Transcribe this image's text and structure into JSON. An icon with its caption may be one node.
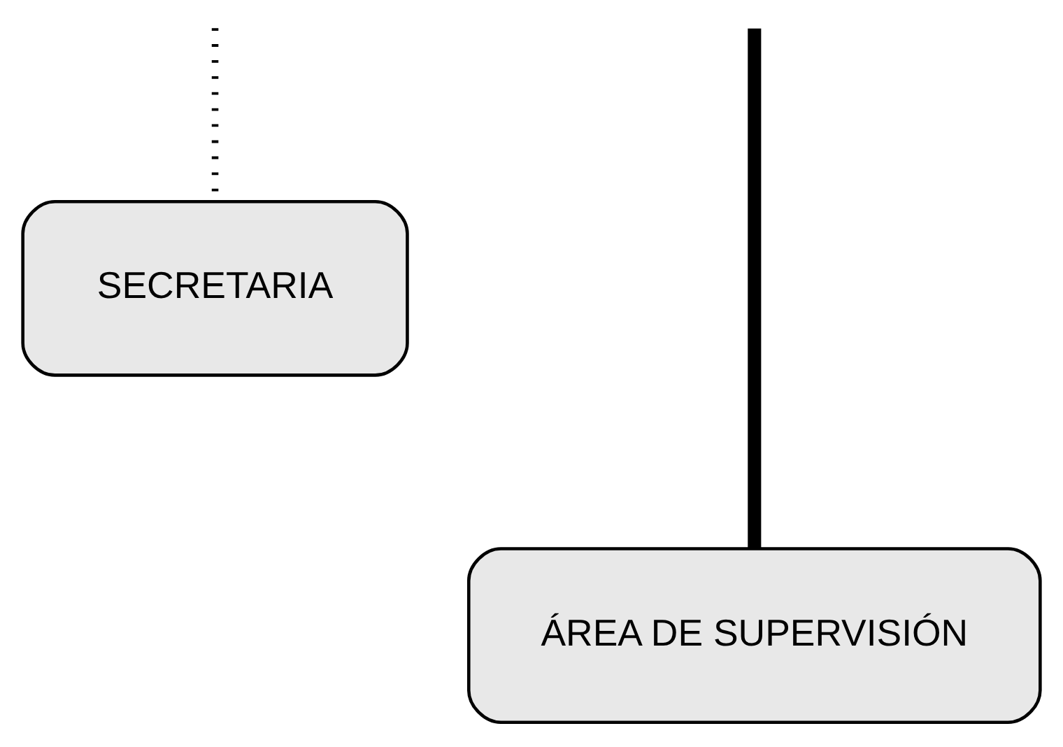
{
  "diagram": {
    "nodes": [
      {
        "text": [
          "SECRETARIA"
        ]
      },
      {
        "text": [
          "ÁREA DE SUPERVISIÓN"
        ]
      }
    ],
    "edges": [
      {
        "from": null,
        "to": 1,
        "arrow": "none",
        "style": "thick"
      },
      {
        "from": null,
        "to": 0,
        "arrow": "none",
        "style": "dashed"
      }
    ]
  }
}
